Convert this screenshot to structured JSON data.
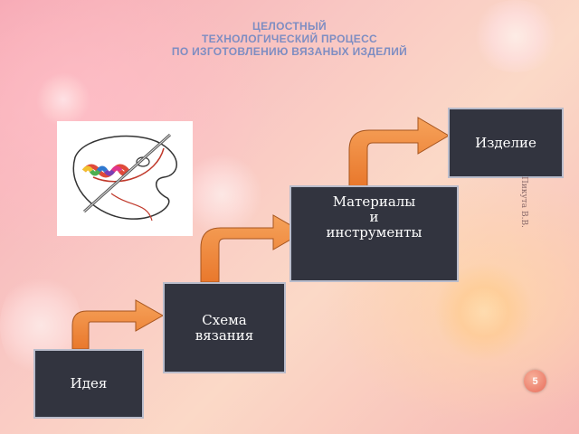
{
  "title": {
    "line1": "ЦЕЛОСТНЫЙ",
    "line2": "ТЕХНОЛОГИЧЕСКИЙ ПРОЦЕСС",
    "line3": "ПО ИЗГОТОВЛЕНИЮ ВЯЗАНЫХ ИЗДЕЛИЙ"
  },
  "steps": {
    "idea": "Идея",
    "scheme_line1": "Схема",
    "scheme_line2": "вязания",
    "materials_line1": "Материалы",
    "materials_line2": "и",
    "materials_line3": "инструменты",
    "product": "Изделие"
  },
  "author": "Пикута В.В.",
  "page_number": "5",
  "colors": {
    "box_fill": "#32343f",
    "arrow_fill": "#f08a3a",
    "title_color": "#7e8dc2"
  },
  "icons": {
    "illustration": "palette-with-crochet-hook-and-yarn"
  }
}
